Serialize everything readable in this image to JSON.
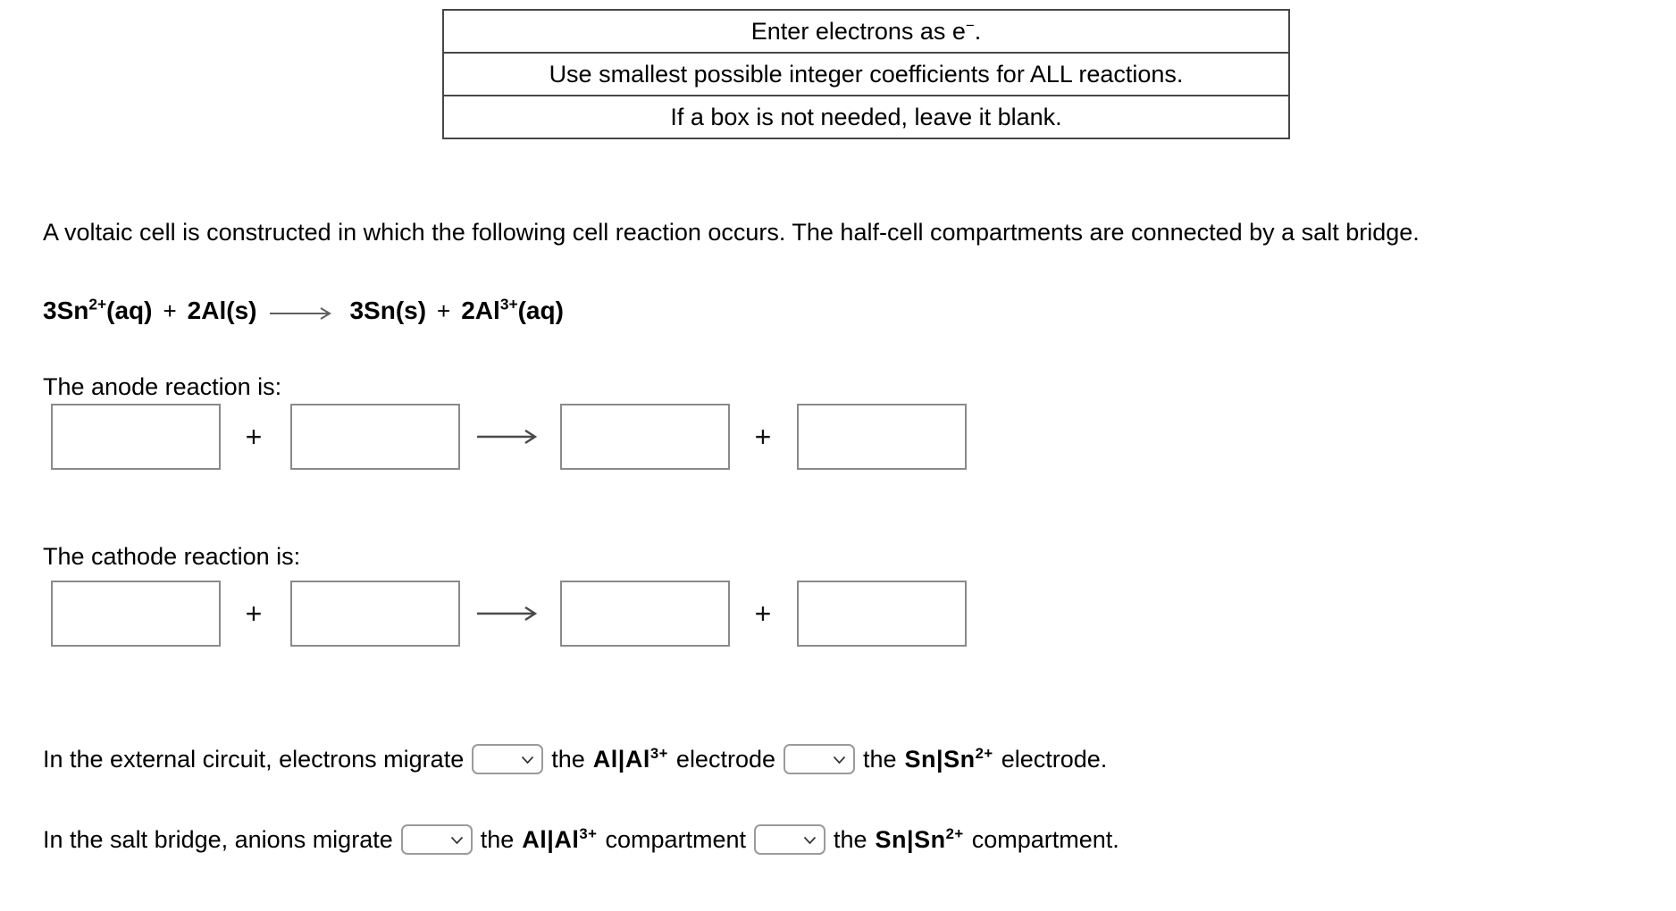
{
  "instructions": {
    "row1_pre": "Enter electrons as e",
    "row1_sup": "−",
    "row1_post": ".",
    "row2": "Use smallest possible integer coefficients for ALL reactions.",
    "row3": "If a box is not needed, leave it blank."
  },
  "problem": {
    "statement": "A voltaic cell is constructed in which the following cell reaction occurs. The half-cell compartments are connected by a salt bridge."
  },
  "equation": {
    "term1": "3Sn",
    "term1_sup": "2+",
    "term1_state": "(aq)",
    "plus1": "+",
    "term2": "2Al(s)",
    "term3": "3Sn(s)",
    "plus2": "+",
    "term4": "2Al",
    "term4_sup": "3+",
    "term4_state": "(aq)"
  },
  "anode": {
    "label": "The anode reaction is:",
    "plus1": "+",
    "plus2": "+",
    "input1": "",
    "input2": "",
    "input3": "",
    "input4": ""
  },
  "cathode": {
    "label": "The cathode reaction is:",
    "plus1": "+",
    "plus2": "+",
    "input1": "",
    "input2": "",
    "input3": "",
    "input4": ""
  },
  "external_circuit": {
    "lead": "In the external circuit, electrons migrate",
    "select1_value": "",
    "the1": "the",
    "electrode1": "Al|Al",
    "electrode1_sup": "3+",
    "tail1": "electrode",
    "select2_value": "",
    "the2": "the",
    "electrode2": "Sn|Sn",
    "electrode2_sup": "2+",
    "tail2": "electrode."
  },
  "salt_bridge": {
    "lead": "In the salt bridge, anions migrate",
    "select1_value": "",
    "the1": "the",
    "compartment1": "Al|Al",
    "compartment1_sup": "3+",
    "tail1": "compartment",
    "select2_value": "",
    "the2": "the",
    "compartment2": "Sn|Sn",
    "compartment2_sup": "2+",
    "tail2": "compartment."
  },
  "colors": {
    "text": "#000000",
    "table_border": "#474747",
    "input_border": "#8a8a8a",
    "select_border": "#9b9b9b",
    "arrow": "#4a4a4a"
  }
}
